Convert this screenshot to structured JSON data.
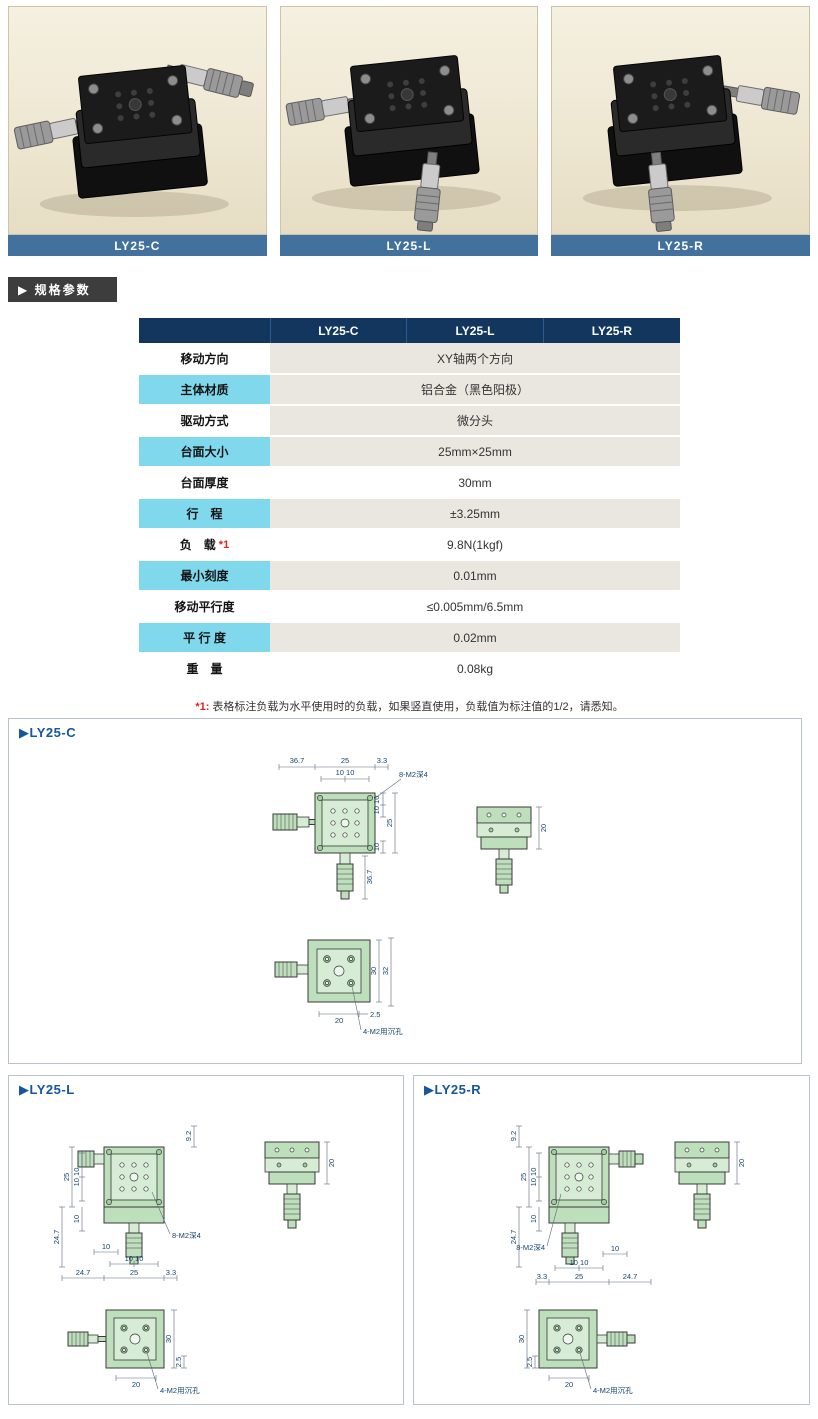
{
  "products": [
    {
      "label": "LY25-C"
    },
    {
      "label": "LY25-L"
    },
    {
      "label": "LY25-R"
    }
  ],
  "section_header": "▶ 规格参数",
  "specs": {
    "columns": [
      "LY25-C",
      "LY25-L",
      "LY25-R"
    ],
    "rows": [
      {
        "label": "移动方向",
        "value": "XY轴两个方向"
      },
      {
        "label": "主体材质",
        "value": "铝合金（黑色阳极）"
      },
      {
        "label": "驱动方式",
        "value": "微分头"
      },
      {
        "label": "台面大小",
        "value": "25mm×25mm"
      },
      {
        "label": "台面厚度",
        "value": "30mm"
      },
      {
        "label": "行　程",
        "value": "±3.25mm"
      },
      {
        "label": "负　载",
        "note": "*1",
        "value": "9.8N(1kgf)"
      },
      {
        "label": "最小刻度",
        "value": "0.01mm"
      },
      {
        "label": "移动平行度",
        "value": "≤0.005mm/6.5mm"
      },
      {
        "label": "平 行 度",
        "value": "0.02mm"
      },
      {
        "label": "重　量",
        "value": "0.08kg"
      }
    ],
    "footnote_marker": "*1:",
    "footnote": "表格标注负载为水平使用时的负载，如果竖直使用，负载值为标注值的1/2，请悉知。"
  },
  "drawing_c": {
    "title": "▶LY25-C",
    "front_dims": [
      "36.7",
      "25",
      "3.3",
      "10 10",
      "8-M2深4",
      "10 10",
      "25",
      "10",
      "36.7"
    ],
    "side_dims": [
      "20"
    ],
    "bottom_dims": [
      "30",
      "32",
      "20",
      "2.5",
      "4-M2用沉孔"
    ]
  },
  "drawing_l": {
    "title": "▶LY25-L",
    "front_dims": [
      "9.2",
      "25",
      "10 10",
      "10",
      "24.7",
      "8-M2深4",
      "10",
      "10 10",
      "24.7",
      "25",
      "3.3"
    ],
    "side_dims": [
      "20"
    ],
    "bottom_dims": [
      "30",
      "2.5",
      "20",
      "4-M2用沉孔"
    ]
  },
  "drawing_r": {
    "title": "▶LY25-R",
    "front_dims": [
      "9.2",
      "25",
      "10 10",
      "10",
      "24.7",
      "8-M2深4",
      "10 10",
      "10",
      "3.3",
      "25",
      "24.7"
    ],
    "side_dims": [
      "20"
    ],
    "bottom_dims": [
      "30",
      "2.5",
      "20",
      "4-M2用沉孔"
    ]
  },
  "colors": {
    "label_bar_blue": "#41719c",
    "table_header_navy": "#12365e",
    "label_cyan": "#7fd8ec",
    "value_beige": "#eae7e0",
    "section_bar_gray": "#3d3d3d",
    "drawing_title_blue": "#1556a0",
    "footnote_red": "#e02222",
    "drawing_green": "#bedfbc"
  }
}
